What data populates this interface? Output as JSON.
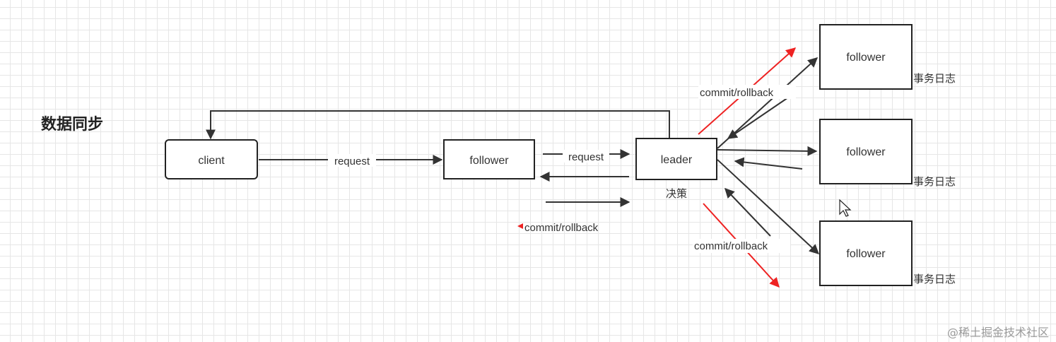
{
  "title": "数据同步",
  "watermark": "@稀土掘金技术社区",
  "colors": {
    "line": "#333333",
    "highlight": "#ee2222",
    "box_stroke": "#222222",
    "text": "#333333"
  },
  "nodes": {
    "client": "client",
    "follower_main": "follower",
    "leader": "leader",
    "follower_top": "follower",
    "follower_mid": "follower",
    "follower_bottom": "follower"
  },
  "labels": {
    "request_client": "request",
    "request_follower": "request",
    "decision": "决策",
    "commit_left": "commit/rollback",
    "commit_top": "commit/rollback",
    "commit_bottom": "commit/rollback",
    "log_top": "事务日志",
    "log_mid": "事务日志",
    "log_bottom": "事务日志"
  },
  "icons": {
    "cursor": "mouse-pointer-icon"
  }
}
